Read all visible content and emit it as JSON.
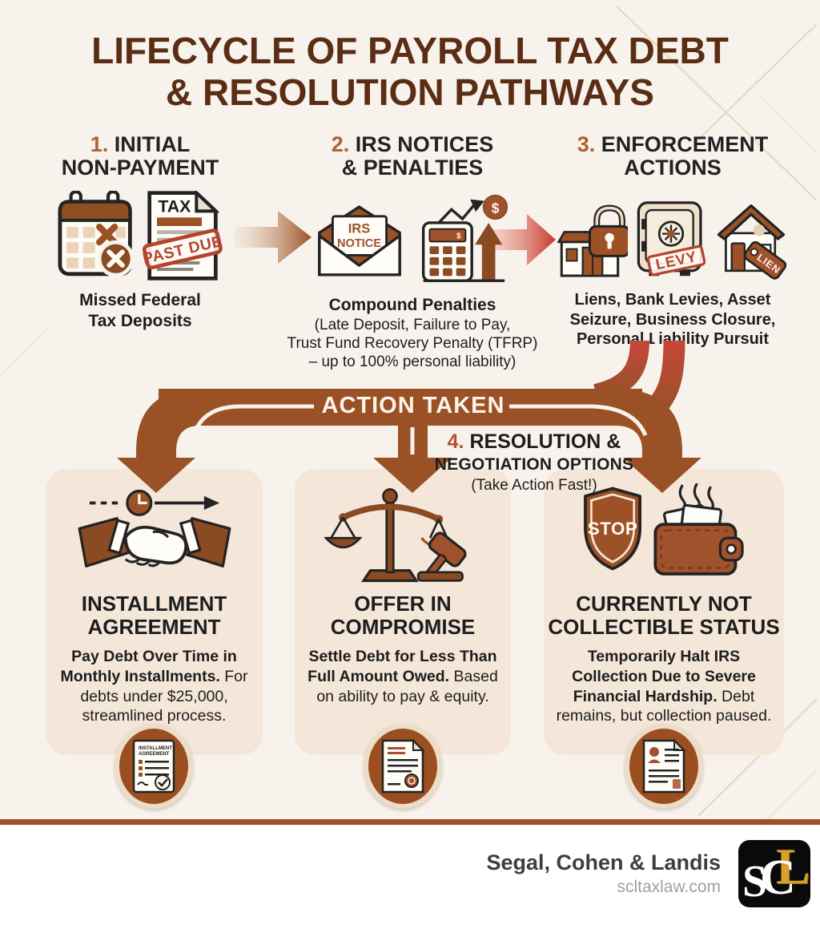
{
  "title": {
    "line1": "LIFECYCLE OF PAYROLL TAX DEBT",
    "line2": "& RESOLUTION PATHWAYS"
  },
  "steps": [
    {
      "number": "1.",
      "heading_line1": "INITIAL",
      "heading_line2": "NON-PAYMENT",
      "caption_lines": [
        "Missed Federal",
        "Tax Deposits"
      ],
      "icon_labels": {
        "tax": "TAX",
        "past_due": "PAST DUE"
      }
    },
    {
      "number": "2.",
      "heading_line1": "IRS NOTICES",
      "heading_line2": "& PENALTIES",
      "caption_bold": "Compound Penalties",
      "caption_lines": [
        "(Late Deposit, Failure to Pay,",
        "Trust Fund Recovery Penalty (TFRP)",
        "– up to 100% personal liability)"
      ],
      "icon_labels": {
        "irs_line1": "IRS",
        "irs_line2": "NOTICE",
        "dollar": "$",
        "calc_screen": "$"
      }
    },
    {
      "number": "3.",
      "heading_line1": "ENFORCEMENT",
      "heading_line2": "ACTIONS",
      "caption_lines": [
        "Liens, Bank Levies, Asset",
        "Seizure, Business Closure,",
        "Personal Liability Pursuit"
      ],
      "icon_labels": {
        "levy": "LEVY",
        "lien": "LIEN"
      }
    }
  ],
  "banner": {
    "label": "ACTION TAKEN"
  },
  "resolution_header": {
    "number": "4.",
    "line1": "RESOLUTION &",
    "line2": "NEGOTIATION OPTIONS",
    "line3": "(Take Action Fast!)"
  },
  "cards": [
    {
      "title_line1": "INSTALLMENT",
      "title_line2": "AGREEMENT",
      "body_bold": "Pay Debt Over Time in Monthly Installments.",
      "body_regular": "For debts under $25,000, streamlined process.",
      "badge_label_line1": "INSTALLMENT",
      "badge_label_line2": "AGREEMENT"
    },
    {
      "title_line1": "OFFER IN",
      "title_line2": "COMPROMISE",
      "body_bold": "Settle Debt for Less Than Full Amount Owed.",
      "body_regular": "Based on ability to pay & equity."
    },
    {
      "title_line1": "CURRENTLY NOT",
      "title_line2": "COLLECTIBLE STATUS",
      "body_bold": "Temporarily Halt IRS Collection Due to Severe Financial Hardship.",
      "body_regular": "Debt remains, but collection paused.",
      "icon_labels": {
        "stop": "STOP"
      }
    }
  ],
  "footer": {
    "brand": "Segal, Cohen & Landis",
    "website": "scltaxlaw.com",
    "logo": {
      "letter_s": "S",
      "letter_c": "C",
      "letter_l": "L"
    }
  },
  "colors": {
    "page_bg": "#f7f3ec",
    "card_bg": "#f4e6d9",
    "title_brown": "#5b2d15",
    "accent_brown": "#9a5126",
    "accent_rust": "#b0622e",
    "enforcement_red": "#c8372b",
    "stamp_red": "#b5432e",
    "banner_text": "#fdf4ea",
    "medallion_brown": "#9b4f21",
    "logo_gold": "#d6a02a"
  }
}
